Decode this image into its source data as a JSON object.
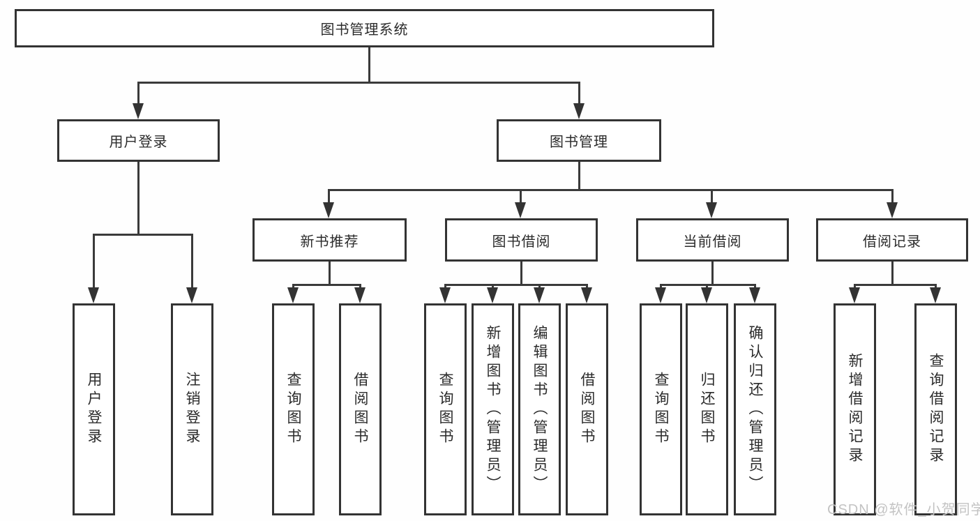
{
  "diagram": {
    "title_node": "图书管理系统",
    "level2": {
      "user_login": "用户登录",
      "book_management": "图书管理"
    },
    "level3": {
      "new_book_recommend": "新书推荐",
      "book_borrow": "图书借阅",
      "current_borrow": "当前借阅",
      "borrow_records": "借阅记录"
    },
    "leaves": {
      "user_login_leaf": "用户登录",
      "logout_leaf": "注销登录",
      "query_book_recommend": "查询图书",
      "borrow_book_recommend": "借阅图书",
      "query_book_borrow": "查询图书",
      "add_book_admin": "新增图书（管理员）",
      "edit_book_admin": "编辑图书（管理员）",
      "borrow_book_borrow": "借阅图书",
      "query_book_current": "查询图书",
      "return_book": "归还图书",
      "confirm_return_admin": "确认归还（管理员）",
      "add_borrow_record": "新增借阅记录",
      "query_borrow_record": "查询借阅记录"
    }
  },
  "watermark": "CSDN @软件_小贺同学",
  "colors": {
    "line": "#3a3a3a",
    "border": "#333333",
    "text": "#2b2b2b",
    "watermark": "#c3c3c3",
    "background": "#ffffff"
  }
}
